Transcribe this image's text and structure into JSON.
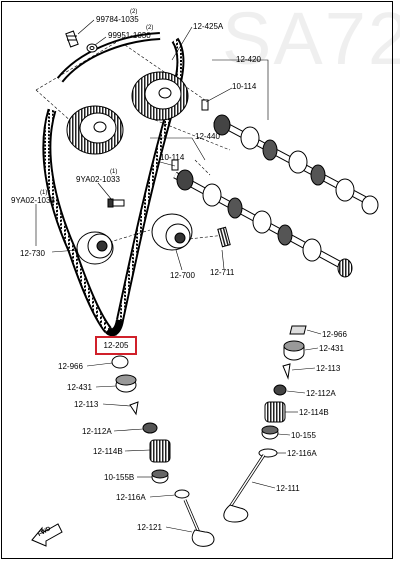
{
  "watermark": "SA72",
  "highlight_label": "12-205",
  "labels": {
    "l99784": "99784-1035",
    "l99784n": "(2)",
    "l99951": "99951-1030",
    "l99951n": "(2)",
    "l425": "12-425A",
    "l420": "12-420",
    "l114a": "10-114",
    "l440": "12-440",
    "l114b": "10-114",
    "l9ya02a": "9YA02-1033",
    "l9ya02an": "(1)",
    "l9ya02b": "9YA02-1033",
    "l9ya02bn": "(1)",
    "l730": "12-730",
    "l700": "12-700",
    "l711": "12-711",
    "l966r": "12-966",
    "l431r": "12-431",
    "l113r": "12-113",
    "l112ar": "12-112A",
    "l114br": "12-114B",
    "l155r": "10-155",
    "l116ar": "12-116A",
    "l111": "12-111",
    "l966l": "12-966",
    "l431l": "12-431",
    "l113l": "12-113",
    "l112al": "12-112A",
    "l114bl": "12-114B",
    "l155bl": "10-155B",
    "l116al": "12-116A",
    "l121": "12-121",
    "fwd": "FWD"
  },
  "colors": {
    "highlight": "#d0202a",
    "line": "#000000"
  }
}
